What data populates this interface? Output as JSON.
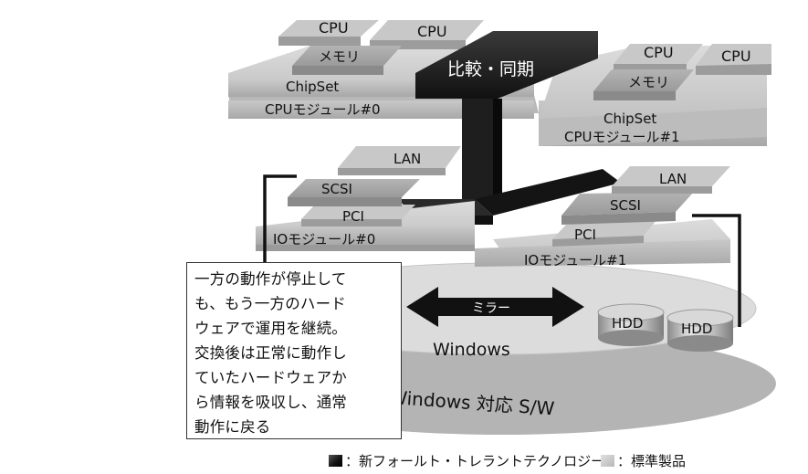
{
  "labels": {
    "compare": "比較・同期",
    "cpu": "CPU",
    "memory": "メモリ",
    "chipset": "ChipSet",
    "cpu_module_0": "CPUモジュール#0",
    "cpu_module_1": "CPUモジュール#1",
    "lan": "LAN",
    "scsi": "SCSI",
    "pci": "PCI",
    "io_module_0": "IOモジュール#0",
    "io_module_1": "IOモジュール#1",
    "hdd": "HDD",
    "mirror": "ミラー",
    "windows": "Windows",
    "windows_sw": "Windows 対応 S/W"
  },
  "note": {
    "lines": [
      "一方の動作が停止して",
      "も、もう一方のハード",
      "ウェアで運用を継続。",
      "交換後は正常に動作し",
      "ていたハードウェアか",
      "ら情報を吸収し、通常",
      "動作に戻る"
    ]
  },
  "legend": {
    "ft_label": "：新フォールト・トレラントテクノロジー",
    "std_label": "：標準製品"
  },
  "colors": {
    "ft_dark": "#1a1a1a",
    "standard_gray": "#c8c8c8",
    "ellipse_gray": "#b4b4b4"
  }
}
